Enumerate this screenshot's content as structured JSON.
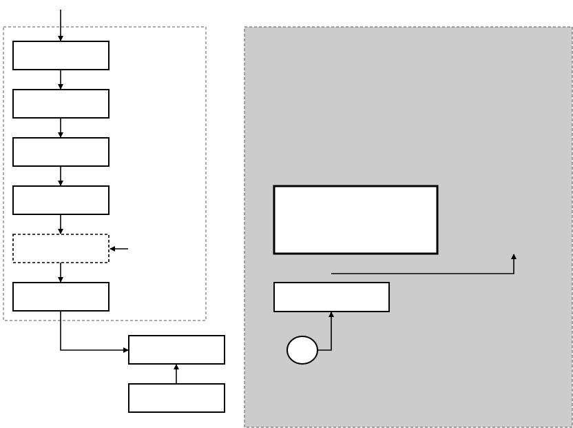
{
  "diagram": {
    "colors": {
      "stroke": "#000000",
      "node_fill": "#ffffff",
      "shaded_region_fill": "#cccccc",
      "region_border": "#555555"
    },
    "nodes": [
      {
        "id": "step-1",
        "text": ""
      },
      {
        "id": "step-2",
        "text": ""
      },
      {
        "id": "step-3",
        "text": ""
      },
      {
        "id": "step-4",
        "text": ""
      },
      {
        "id": "step-5-optional",
        "text": ""
      },
      {
        "id": "step-6",
        "text": ""
      },
      {
        "id": "merge-box",
        "text": ""
      },
      {
        "id": "source-box",
        "text": ""
      },
      {
        "id": "large-box",
        "text": ""
      },
      {
        "id": "small-box",
        "text": ""
      },
      {
        "id": "start-circle",
        "text": ""
      }
    ]
  }
}
